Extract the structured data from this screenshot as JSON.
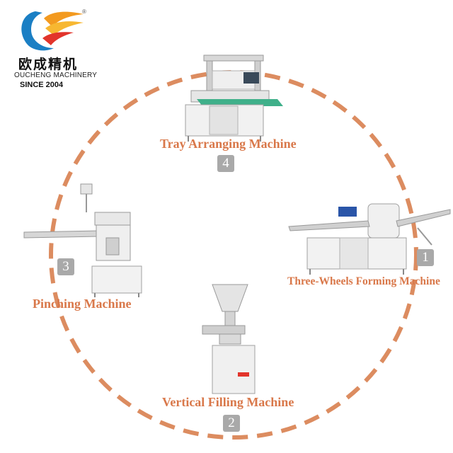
{
  "brand": {
    "cn_name": "欧成精机",
    "en_name": "OUCHENG MACHINERY",
    "since": "SINCE 2004",
    "registered": "®"
  },
  "colors": {
    "accent": "#d9784a",
    "badge": "#a9a9a9",
    "logo_blue": "#1b7fc4",
    "logo_orange": "#f39a1f",
    "logo_red": "#e2342b"
  },
  "steps": [
    {
      "number": "1",
      "label": "Three-Wheels Forming Machine"
    },
    {
      "number": "2",
      "label": "Vertical Filling Machine"
    },
    {
      "number": "3",
      "label": "Pinching Machine"
    },
    {
      "number": "4",
      "label": "Tray Arranging Machine"
    }
  ]
}
